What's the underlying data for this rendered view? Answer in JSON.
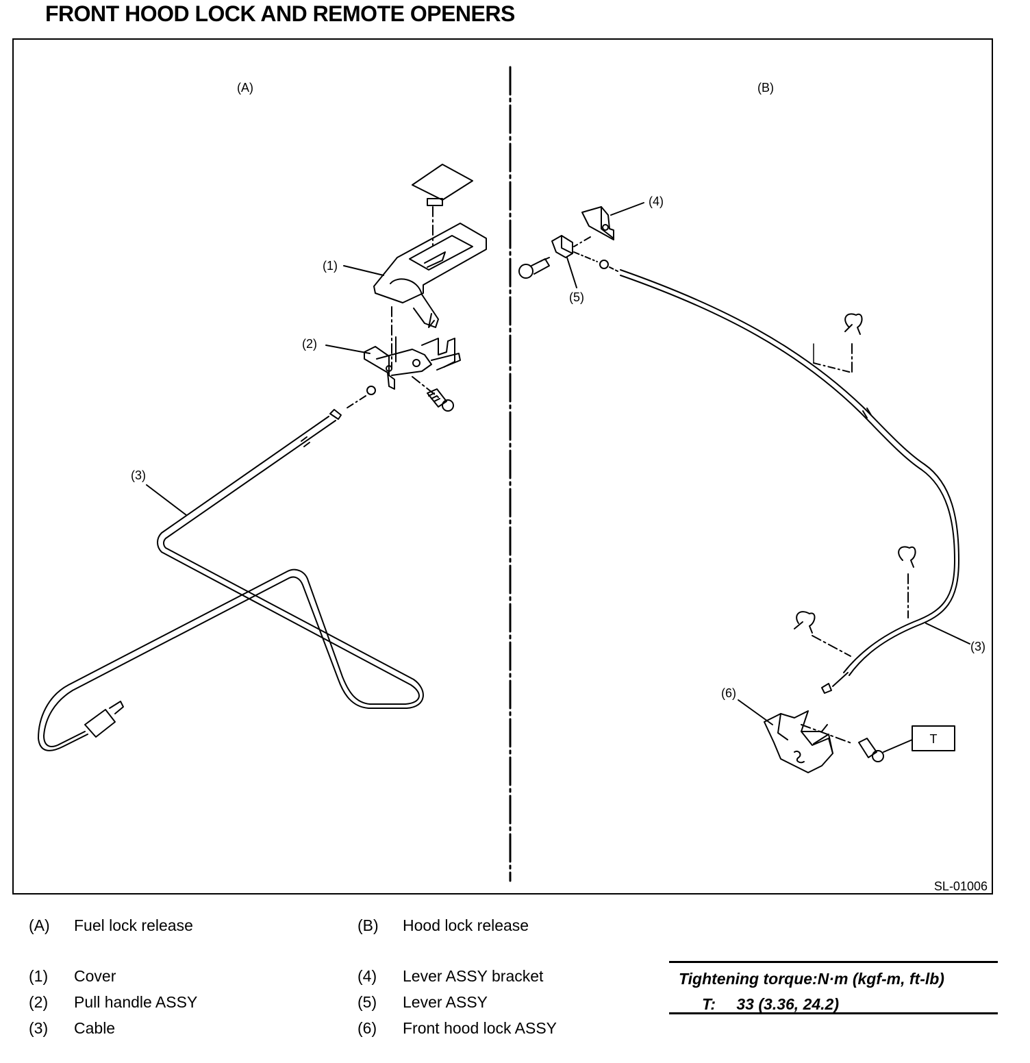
{
  "title": "FRONT HOOD LOCK AND REMOTE OPENERS",
  "figure": {
    "code": "SL-01006",
    "panel_labels": {
      "a": "(A)",
      "b": "(B)"
    },
    "callouts": {
      "c1": "(1)",
      "c2": "(2)",
      "c3a": "(3)",
      "c3b": "(3)",
      "c4": "(4)",
      "c5": "(5)",
      "c6": "(6)",
      "t": "T"
    }
  },
  "legend": {
    "a": {
      "key": "(A)",
      "text": "Fuel lock release"
    },
    "b": {
      "key": "(B)",
      "text": "Hood lock release"
    },
    "items": [
      {
        "key": "(1)",
        "text": "Cover"
      },
      {
        "key": "(2)",
        "text": "Pull handle ASSY"
      },
      {
        "key": "(3)",
        "text": "Cable"
      },
      {
        "key": "(4)",
        "text": "Lever ASSY bracket"
      },
      {
        "key": "(5)",
        "text": "Lever ASSY"
      },
      {
        "key": "(6)",
        "text": "Front hood lock ASSY"
      }
    ]
  },
  "torque": {
    "title": "Tightening torque:N·m (kgf-m, ft-lb)",
    "symbol": "T:",
    "value": "33 (3.36, 24.2)"
  }
}
